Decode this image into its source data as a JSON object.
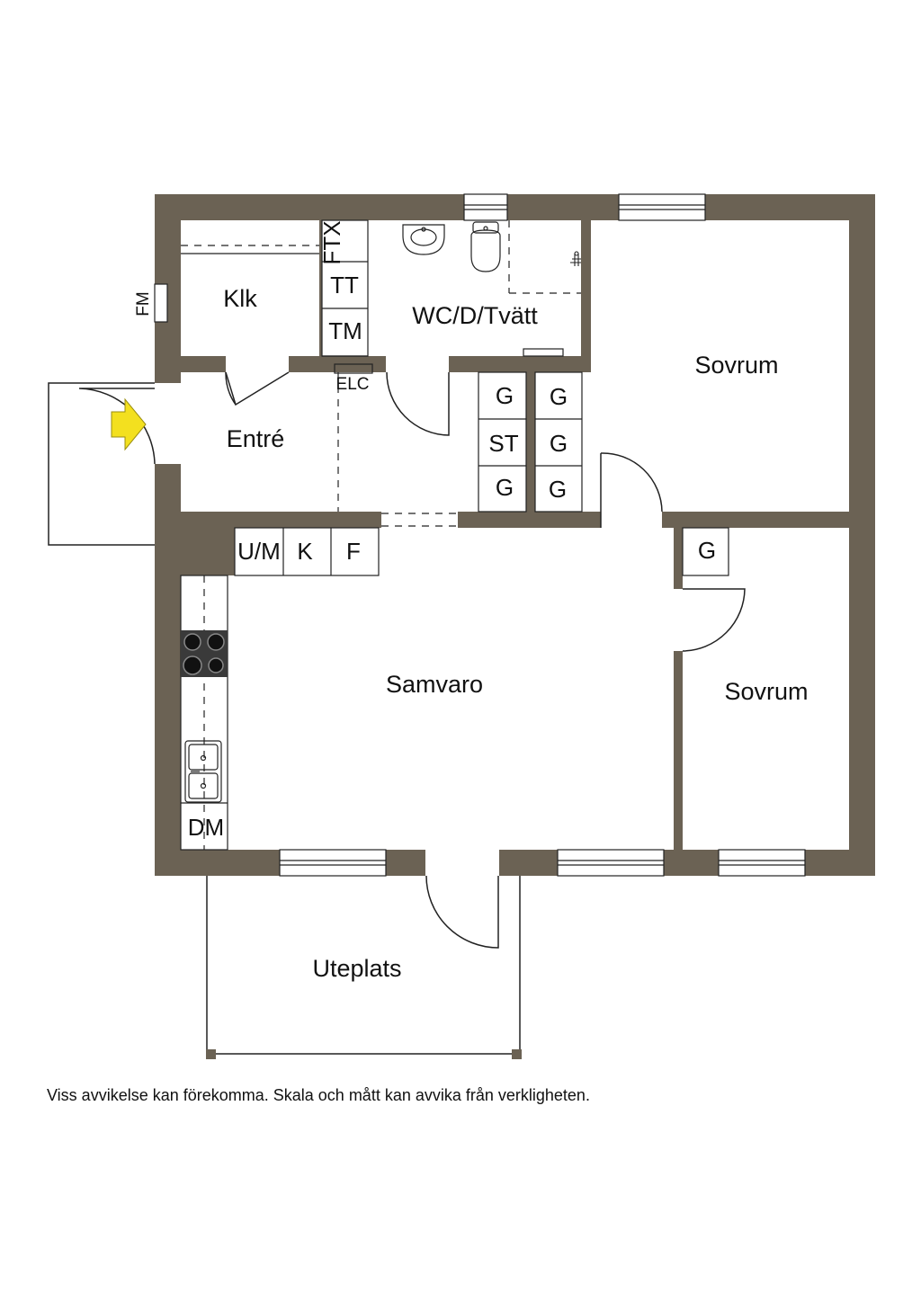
{
  "colors": {
    "wall": "#6b6254",
    "entrance_arrow": "#f3e01f",
    "line": "#222222",
    "background": "#ffffff"
  },
  "rooms": {
    "klk": "Klk",
    "wc": "WC/D/Tvätt",
    "entre": "Entré",
    "sovrum_1": "Sovrum",
    "sovrum_2": "Sovrum",
    "samvaro": "Samvaro",
    "uteplats": "Uteplats"
  },
  "fixtures": {
    "ftx": "FTX",
    "tt": "TT",
    "tm": "TM",
    "elc": "ELC",
    "fm": "FM",
    "g1": "G",
    "g2": "G",
    "st": "ST",
    "g3": "G",
    "g4": "G",
    "g5": "G",
    "g6": "G",
    "um": "U/M",
    "k": "K",
    "f": "F",
    "dm": "DM"
  },
  "icons": [
    "entrance-arrow-icon",
    "washbasin-icon",
    "toilet-icon",
    "faucet-icon",
    "stove-icon",
    "sink-icon"
  ],
  "disclaimer": "Viss avvikelse kan förekomma. Skala och mått kan avvika från verkligheten."
}
